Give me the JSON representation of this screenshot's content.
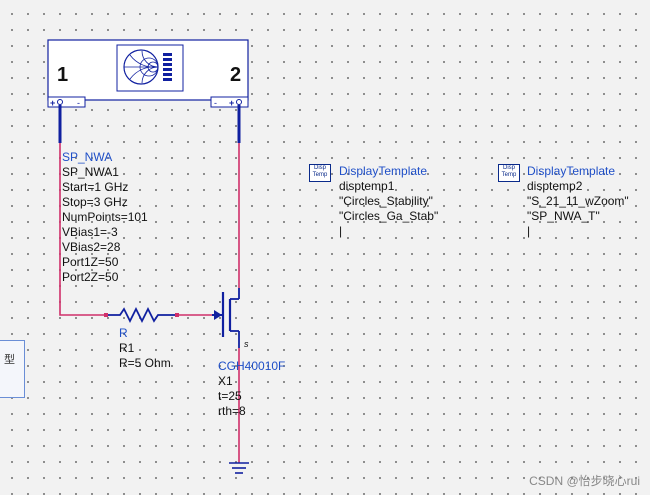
{
  "snp": {
    "port1": "1",
    "port2": "2"
  },
  "sp_nwa": {
    "type": "SP_NWA",
    "instance": "SP_NWA1",
    "params": [
      "Start=1 GHz",
      "Stop=3 GHz",
      "NumPoints=101",
      "VBias1=-3",
      "VBias2=28",
      "Port1Z=50",
      "Port2Z=50"
    ]
  },
  "display1": {
    "title": "DisplayTemplate",
    "instance": "disptemp1",
    "lines": [
      "\"Circles_Stability\"",
      "\"Circles_Ga_Stab\"",
      "|"
    ]
  },
  "display2": {
    "title": "DisplayTemplate",
    "instance": "disptemp2",
    "lines": [
      "\"S_21_11_wZoom\"",
      "\"SP_NWA_T\"",
      "|"
    ]
  },
  "display_icon": {
    "line1": "Disp",
    "line2": "Temp"
  },
  "resistor": {
    "type": "R",
    "instance": "R1",
    "value": "R=5 Ohm"
  },
  "transistor": {
    "pin_label": "s",
    "type": "CGH40010F",
    "instance": "X1",
    "params": [
      "t=25",
      "rth=8"
    ]
  },
  "side_text": "型",
  "watermark": "CSDN @怡步晓心rui",
  "colors": {
    "wire": "#d0306a",
    "component": "#1020a0",
    "text_blue": "#1f4fc7"
  }
}
